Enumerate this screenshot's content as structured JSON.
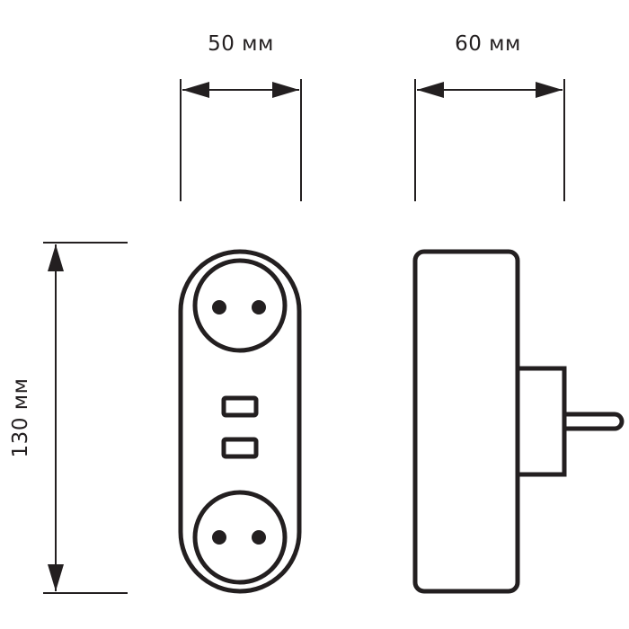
{
  "dimensions": {
    "width_front": "50 мм",
    "width_side": "60 мм",
    "height": "130 мм"
  },
  "colors": {
    "line": "#231f20",
    "background": "#ffffff"
  }
}
